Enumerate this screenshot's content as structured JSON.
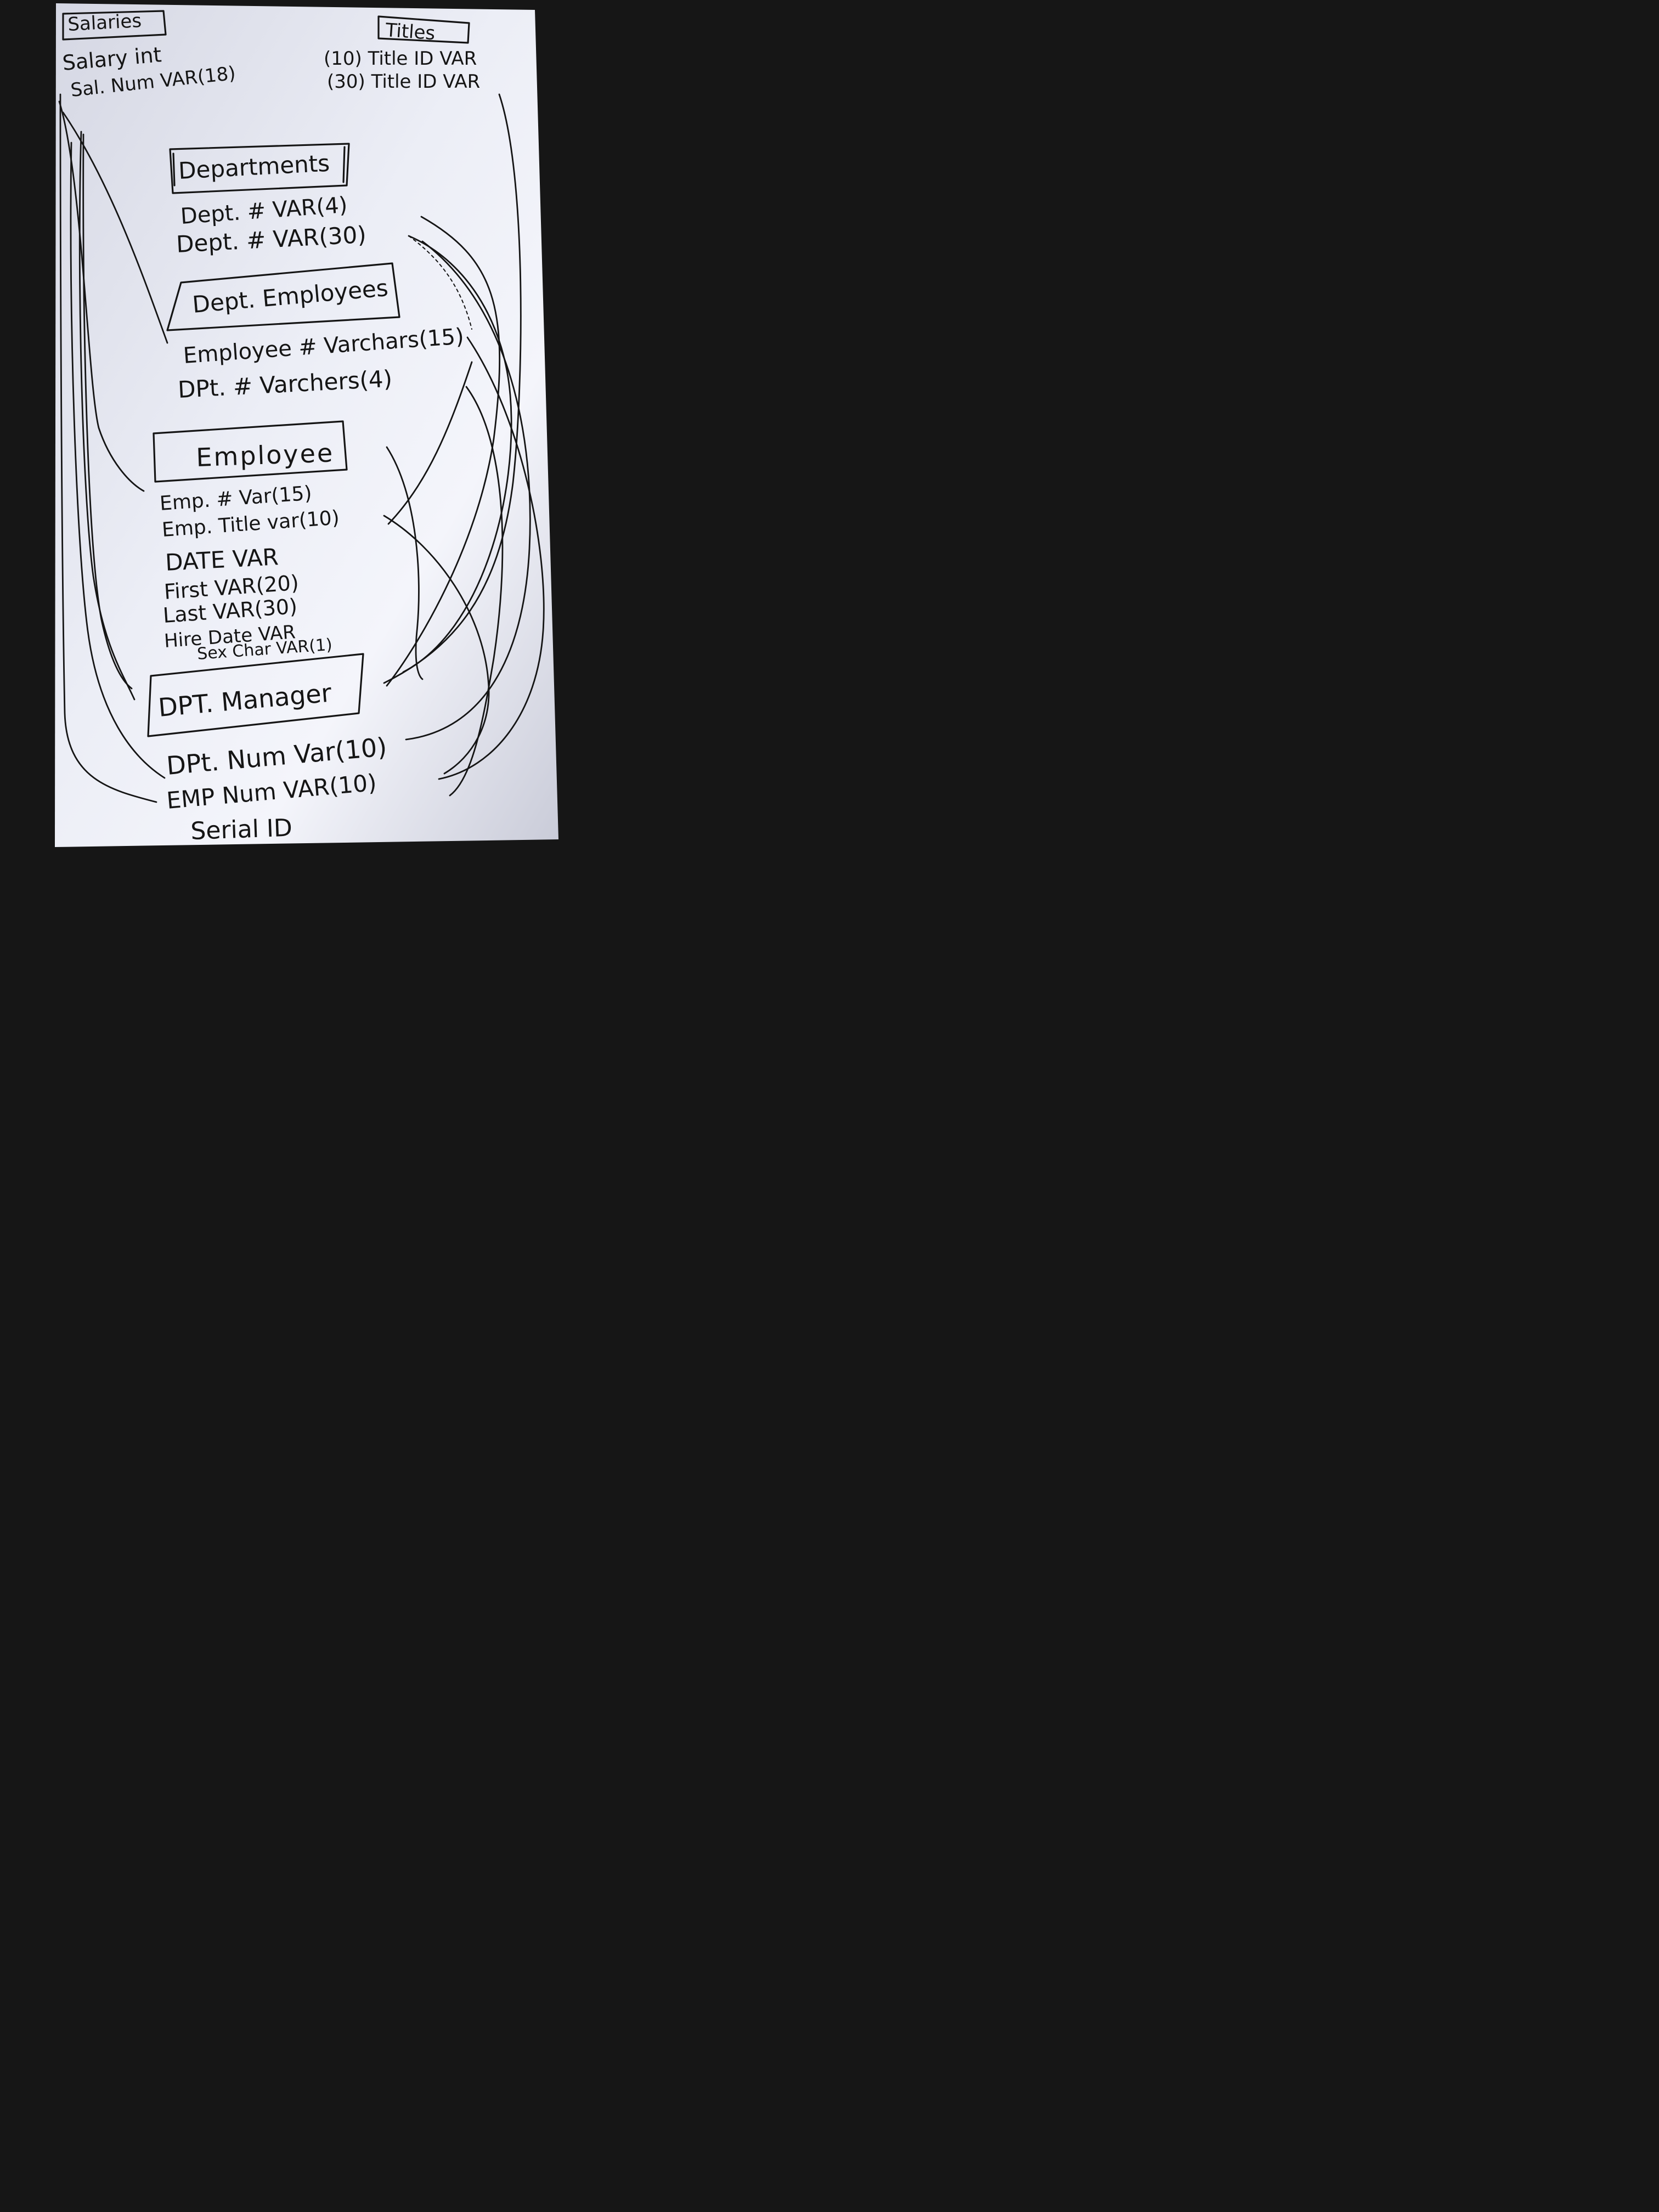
{
  "tables": {
    "salaries": {
      "title": "Salaries",
      "fields": [
        "Salary int",
        "Sal. Num VAR(18)"
      ]
    },
    "titles": {
      "title": "Titles",
      "fields": [
        "(10) Title ID VAR",
        "(30) Title ID VAR"
      ]
    },
    "departments": {
      "title": "Departments",
      "fields": [
        "Dept. # VAR(4)",
        "Dept. # VAR(30)"
      ]
    },
    "dept_employees": {
      "title": "Dept. Employees",
      "fields": [
        "Employee # Varchars(15)",
        "DPt. # Varchers(4)"
      ]
    },
    "employee": {
      "title": "Employee",
      "fields": [
        "Emp. # Var(15)",
        "Emp. Title var(10)",
        "DATE VAR",
        "First VAR(20)",
        "Last VAR(30)",
        "Hire Date VAR",
        "Sex Char VAR(1)"
      ]
    },
    "dpt_manager": {
      "title": "DPT. Manager",
      "fields": [
        "DPt. Num Var(10)",
        "EMP Num VAR(10)",
        "Serial ID"
      ]
    }
  },
  "colors": {
    "background": "#161616",
    "paper": "#eceef6",
    "ink": "#151515"
  }
}
